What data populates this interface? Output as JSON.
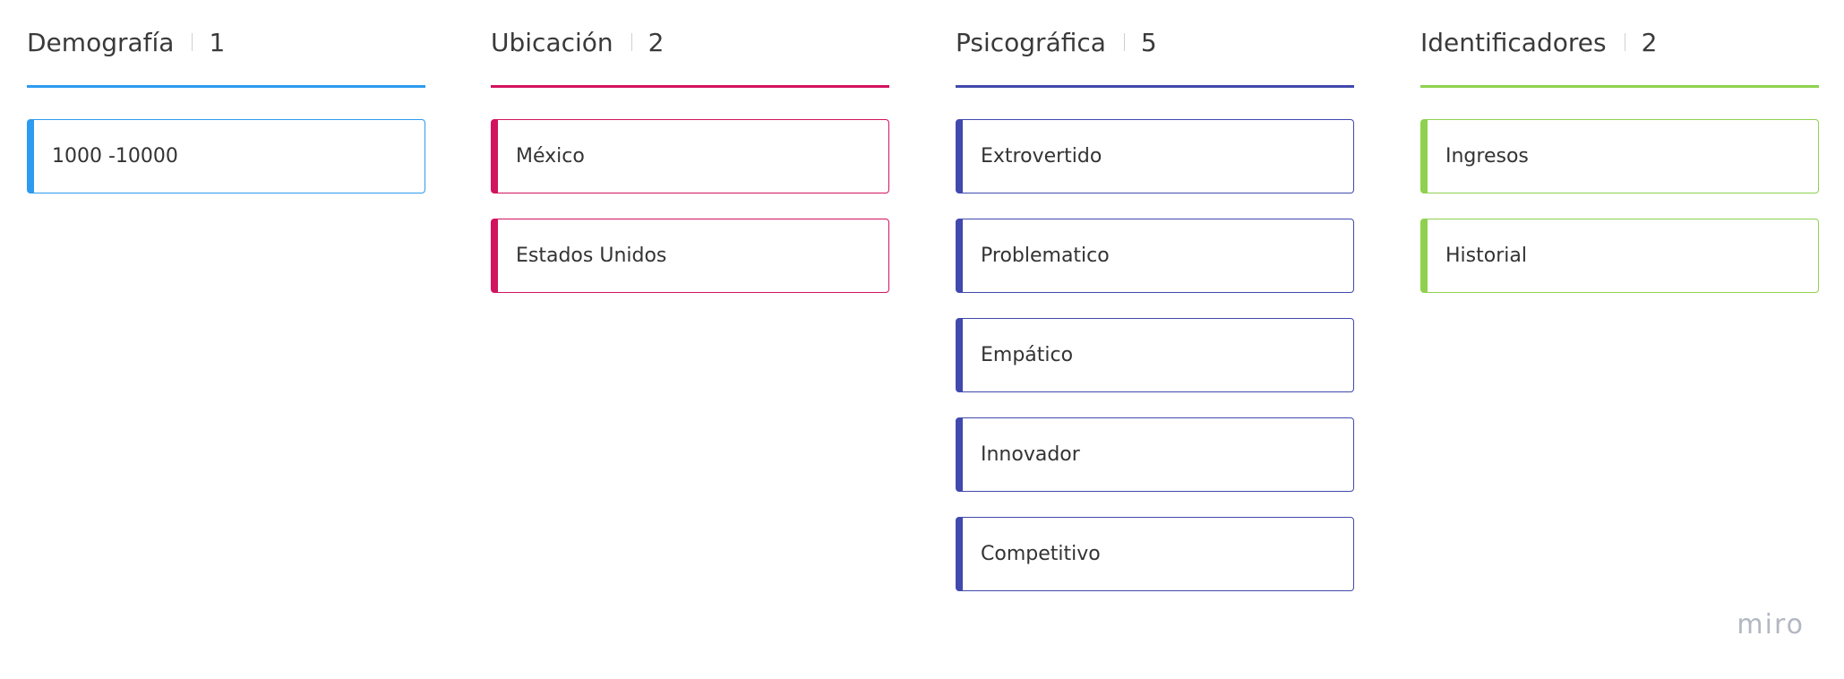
{
  "columns": [
    {
      "title": "Demografía",
      "count": "1",
      "color": "#2d9bf0",
      "cards": [
        "1000 -10000"
      ]
    },
    {
      "title": "Ubicación",
      "count": "2",
      "color": "#d2135f",
      "cards": [
        "México",
        "Estados Unidos"
      ]
    },
    {
      "title": "Psicográfica",
      "count": "5",
      "color": "#4149ad",
      "cards": [
        "Extrovertido",
        "Problematico",
        "Empático",
        "Innovador",
        "Competitivo"
      ]
    },
    {
      "title": "Identificadores",
      "count": "2",
      "color": "#8fd14f",
      "cards": [
        "Ingresos",
        "Historial"
      ]
    }
  ],
  "branding": {
    "logo_text": "miro"
  }
}
